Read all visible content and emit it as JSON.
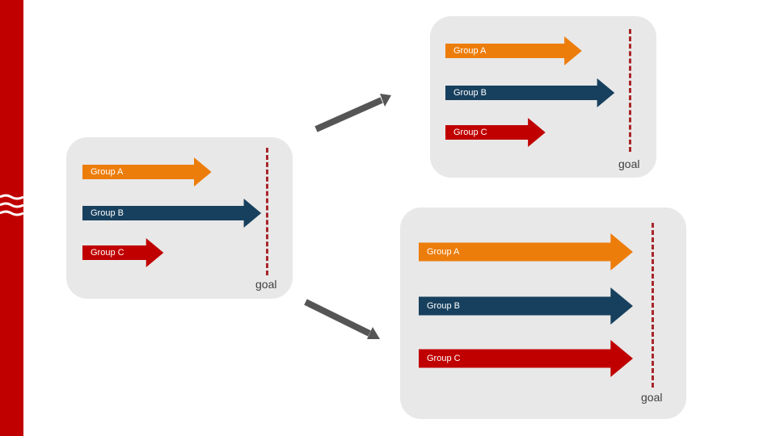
{
  "colors": {
    "stripe": "#c00000",
    "panel": "#e8e8e8",
    "goal_line": "#a8262a",
    "connector": "#555555"
  },
  "groups": [
    {
      "label": "Group A",
      "color": "#ed7d0b"
    },
    {
      "label": "Group B",
      "color": "#17405e"
    },
    {
      "label": "Group C",
      "color": "#c00000"
    }
  ],
  "goal_label": "goal",
  "panels": {
    "left": {
      "progress": [
        0.7,
        0.97,
        0.44
      ]
    },
    "top_right": {
      "progress": [
        0.75,
        0.93,
        0.55
      ]
    },
    "bottom_right": {
      "progress": [
        0.92,
        0.92,
        0.92
      ]
    }
  }
}
